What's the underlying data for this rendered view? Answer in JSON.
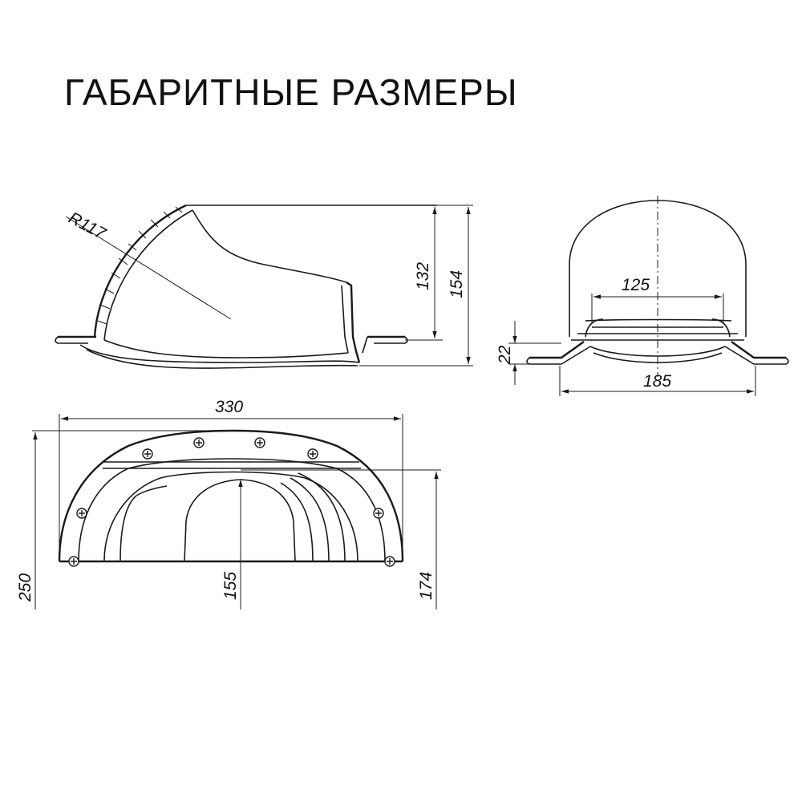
{
  "title": "ГАБАРИТНЫЕ РАЗМЕРЫ",
  "dimensions": {
    "radius": "R117",
    "height_inner": "132",
    "height_total": "154",
    "inner_width": "125",
    "outer_width": "185",
    "flange_height": "22",
    "length": "330",
    "depth_total": "250",
    "depth_opening": "155",
    "depth_body": "174"
  },
  "icons": [
    "screw-icon"
  ]
}
